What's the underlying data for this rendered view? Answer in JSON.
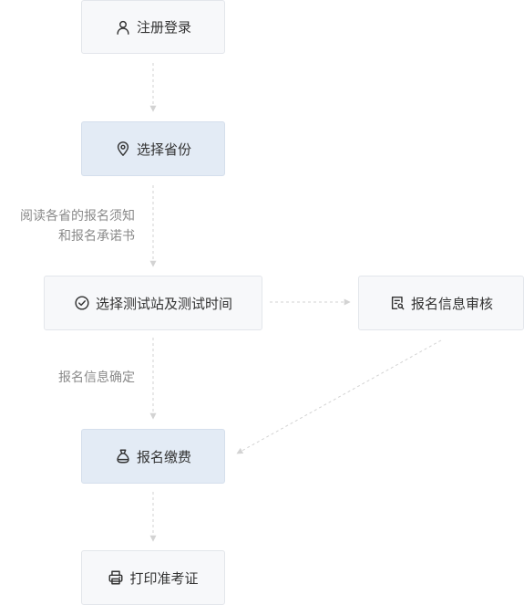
{
  "nodes": {
    "register": {
      "label": "注册登录",
      "icon": "user-icon"
    },
    "select_province": {
      "label": "选择省份",
      "icon": "location-pin-icon"
    },
    "select_test_site": {
      "label": "选择测试站及测试时间",
      "icon": "check-circle-icon"
    },
    "review": {
      "label": "报名信息审核",
      "icon": "document-search-icon"
    },
    "payment": {
      "label": "报名缴费",
      "icon": "money-bag-icon"
    },
    "print_ticket": {
      "label": "打印准考证",
      "icon": "printer-icon"
    }
  },
  "edge_labels": {
    "read_notice_line1": "阅读各省的报名须知",
    "read_notice_line2": "和报名承诺书",
    "confirm_info": "报名信息确定"
  },
  "colors": {
    "node_bg": "#f7f8fa",
    "node_highlight_bg": "#e3ebf5",
    "node_border": "#e3e6eb",
    "connector": "#d3d3d3",
    "text": "#333333",
    "edge_label_text": "#8a8a8a"
  }
}
